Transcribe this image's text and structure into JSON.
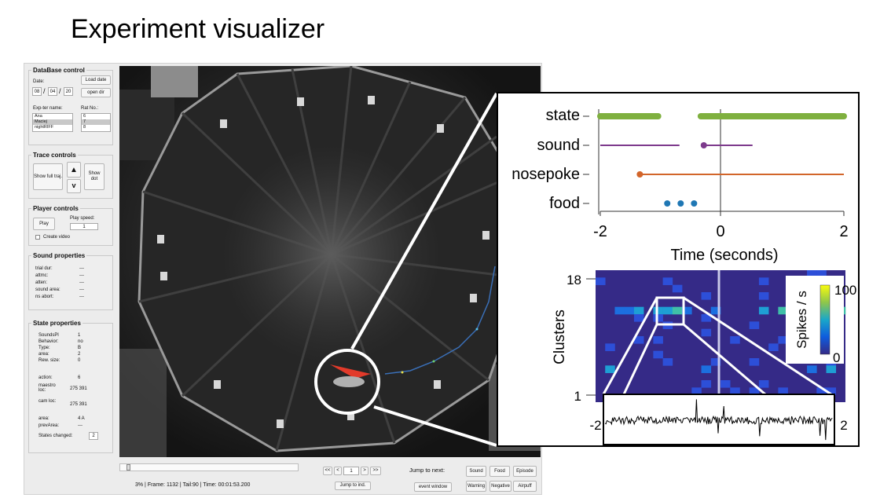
{
  "headline": "Experiment visualizer",
  "database_control": {
    "title": "DataBase control",
    "date_label": "Date:",
    "date_day": "08",
    "date_month": "04",
    "date_year": "20",
    "load_button": "Load date",
    "open_dir_button": "open dir",
    "experimenter_label": "Exp-ter name:",
    "rat_label": "Rat No.:",
    "experimenters": [
      "Ana",
      "Maciej",
      "nightRIFF"
    ],
    "rats": [
      "6",
      "7",
      "8"
    ]
  },
  "trace_controls": {
    "title": "Trace controls",
    "show_full": "Show full traj.",
    "show_dot": "Show dot",
    "up": "▲",
    "down": "v"
  },
  "player_controls": {
    "title": "Player controls",
    "play": "Play",
    "speed_label": "Play speed:",
    "speed_value": "1",
    "create_video": "Create video"
  },
  "sound_properties": {
    "title": "Sound properties",
    "rows": [
      {
        "label": "trial dur:",
        "value": "---"
      },
      {
        "label": "attmc:",
        "value": "---"
      },
      {
        "label": "atten:",
        "value": "---"
      },
      {
        "label": "sound area:",
        "value": "---"
      },
      {
        "label": "ns abort:",
        "value": "---"
      }
    ]
  },
  "state_properties": {
    "title": "State properties",
    "rows": [
      {
        "label": "SoundsPl",
        "value": "1"
      },
      {
        "label": "Behavior:",
        "value": "no"
      },
      {
        "label": "Type:",
        "value": "B"
      },
      {
        "label": "area:",
        "value": "2"
      },
      {
        "label": "Rew. size:",
        "value": "0"
      }
    ],
    "action_label": "action:",
    "action_value": "6",
    "maestro_label": "maestro loc:",
    "maestro_value": "275 391",
    "cam_label": "cam loc:",
    "cam_value": "275 391",
    "area_label": "area:",
    "area_value": "4 A",
    "prev_area_label": "prevArea:",
    "prev_area_value": "---",
    "states_changed_label": "States changed:",
    "states_changed_value": "2"
  },
  "playback": {
    "status": "3%  |  Frame: 1132  |  Tail:90  |  Time: 00:01:53.200",
    "nav_first": "<<",
    "nav_prev": "<",
    "frame_step": "1",
    "nav_next": ">",
    "nav_last": ">>",
    "jump_ind": "Jump to ind.",
    "jump_next_label": "Jump to next:",
    "event_window": "event window",
    "buttons": [
      "Sound",
      "Food",
      "Episode",
      "Warning",
      "Negative",
      "Airpuff"
    ]
  },
  "event_raster": {
    "rows": [
      "state",
      "sound",
      "nosepoke",
      "food"
    ],
    "x_ticks": [
      "-2",
      "0",
      "2"
    ],
    "x_label": "Time (seconds)"
  },
  "heatmap": {
    "y_label": "Clusters",
    "y_tick_top": "18",
    "y_tick_bottom": "1",
    "x_tick_left": "-2",
    "x_tick_right": "2",
    "colorbar_label": "Spikes / s",
    "colorbar_max": "100",
    "colorbar_min": "0"
  },
  "colors": {
    "state": "#7fb03f",
    "sound": "#7d3a8c",
    "nosepoke": "#d2652a",
    "food": "#1f77b4",
    "heat_bg": "#352a87"
  },
  "chart_data": {
    "type": "scatter",
    "x_range": [
      -2,
      2
    ],
    "series": [
      {
        "name": "state",
        "segments": [
          [
            -2.0,
            -1.05
          ],
          [
            -0.35,
            2.0
          ]
        ]
      },
      {
        "name": "sound",
        "segments": [
          [
            -2.0,
            -0.7
          ],
          [
            -0.3,
            0.5
          ]
        ],
        "marker_x": -0.3
      },
      {
        "name": "nosepoke",
        "segments": [
          [
            -1.35,
            2.0
          ]
        ],
        "marker_x": -1.35
      },
      {
        "name": "food",
        "points_x": [
          -0.9,
          -0.68,
          -0.46
        ]
      }
    ]
  }
}
